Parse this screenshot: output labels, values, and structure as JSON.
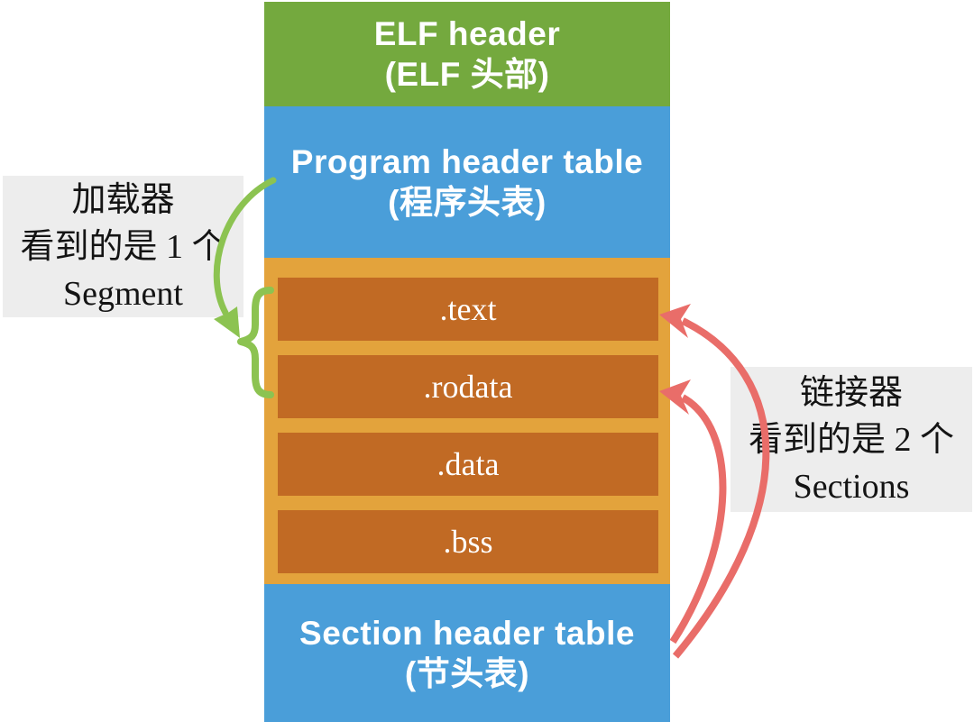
{
  "colors": {
    "block-green": "#74A93E",
    "block-blue": "#4A9ED9",
    "gold": "#E3A33C",
    "dark-orange": "#C16A24",
    "arrow-green": "#8CC351",
    "arrow-red": "#E96D69",
    "label-bg": "#EDEDED",
    "block-text": "#FFFFFF",
    "label-text": "#141414"
  },
  "column": {
    "elf_header": {
      "line1": "ELF header",
      "line2": "(ELF 头部)"
    },
    "program_header": {
      "line1": "Program header table",
      "line2": "(程序头表)"
    },
    "sections": [
      ".text",
      ".rodata",
      ".data",
      ".bss"
    ],
    "section_header": {
      "line1": "Section header table",
      "line2": "(节头表)"
    }
  },
  "annotations": {
    "loader": {
      "line1": "加载器",
      "line2": "看到的是 1 个",
      "line3": "Segment"
    },
    "linker": {
      "line1": "链接器",
      "line2": "看到的是 2 个",
      "line3": "Sections"
    }
  }
}
